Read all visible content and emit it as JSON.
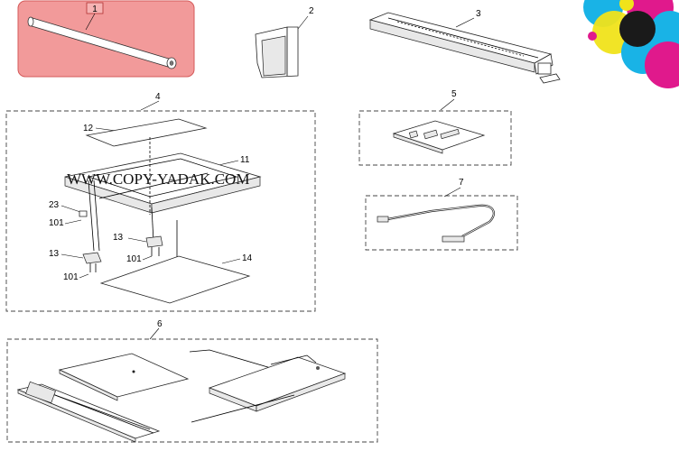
{
  "watermark": "WWW.COPY-YADAK.COM",
  "callouts": {
    "c1": "1",
    "c2": "2",
    "c3": "3",
    "c4": "4",
    "c5": "5",
    "c6": "6",
    "c7": "7",
    "c11": "11",
    "c12": "12",
    "c13a": "13",
    "c13b": "13",
    "c14": "14",
    "c23": "23",
    "c101a": "101",
    "c101b": "101",
    "c101c": "101"
  },
  "colors": {
    "highlight_fill": "#f29a9a",
    "highlight_border": "#d45a5a",
    "logo_cyan": "#19b3e6",
    "logo_magenta": "#e0198c",
    "logo_yellow": "#f0e31a",
    "logo_black": "#1a1a1a"
  }
}
